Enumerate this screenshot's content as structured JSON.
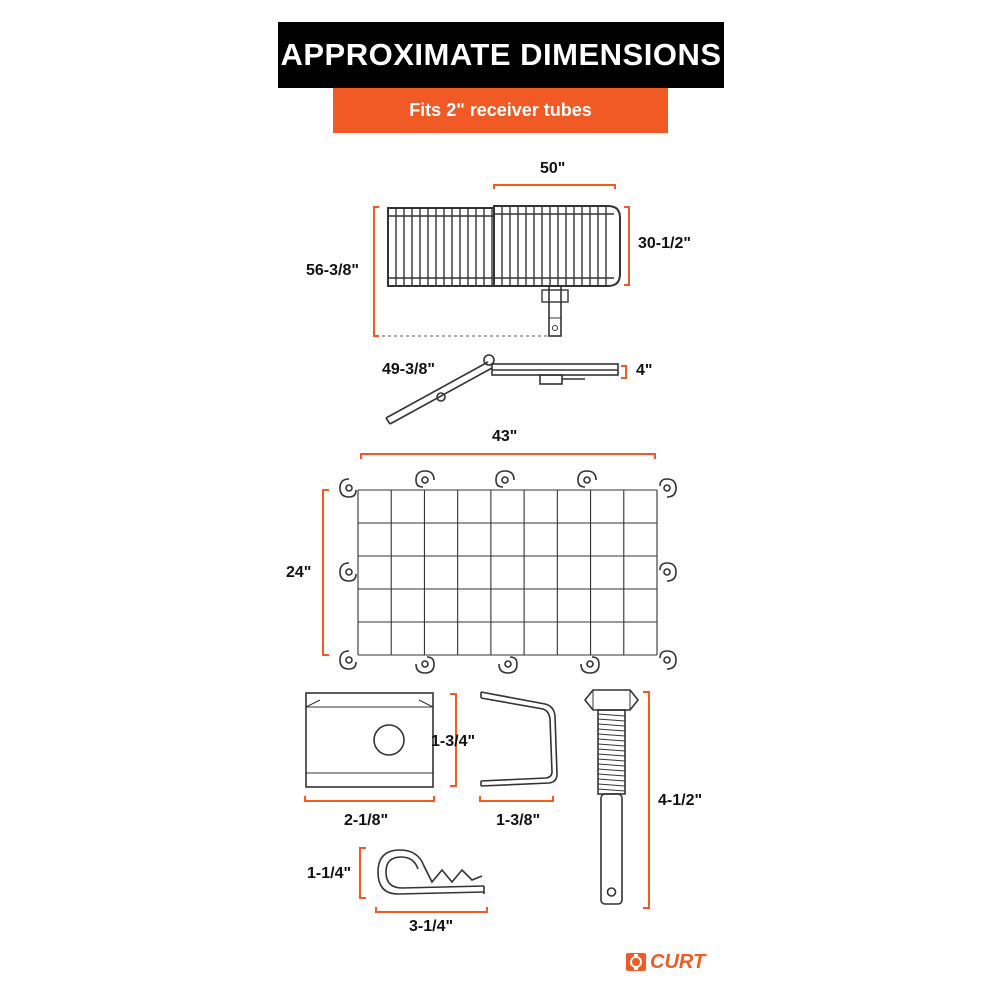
{
  "header": {
    "title": "APPROXIMATE DIMENSIONS",
    "subtitle": "Fits 2\" receiver tubes"
  },
  "dimensions": {
    "carrier_width": "50\"",
    "carrier_depth": "30-1/2\"",
    "carrier_overall_length": "56-3/8\"",
    "carrier_tilt_length": "49-3/8\"",
    "carrier_height": "4\"",
    "net_width": "43\"",
    "net_height": "24\"",
    "plate_height": "1-3/4\"",
    "plate_width": "2-1/8\"",
    "clamp_width": "1-3/8\"",
    "bolt_length": "4-1/2\"",
    "clip_height": "1-1/4\"",
    "clip_width": "3-1/4\""
  },
  "brand": {
    "name": "CURT",
    "logo_icon": "curt-logo-icon"
  },
  "colors": {
    "accent": "#f15a24",
    "header_bg": "#000000",
    "line": "#333333"
  }
}
